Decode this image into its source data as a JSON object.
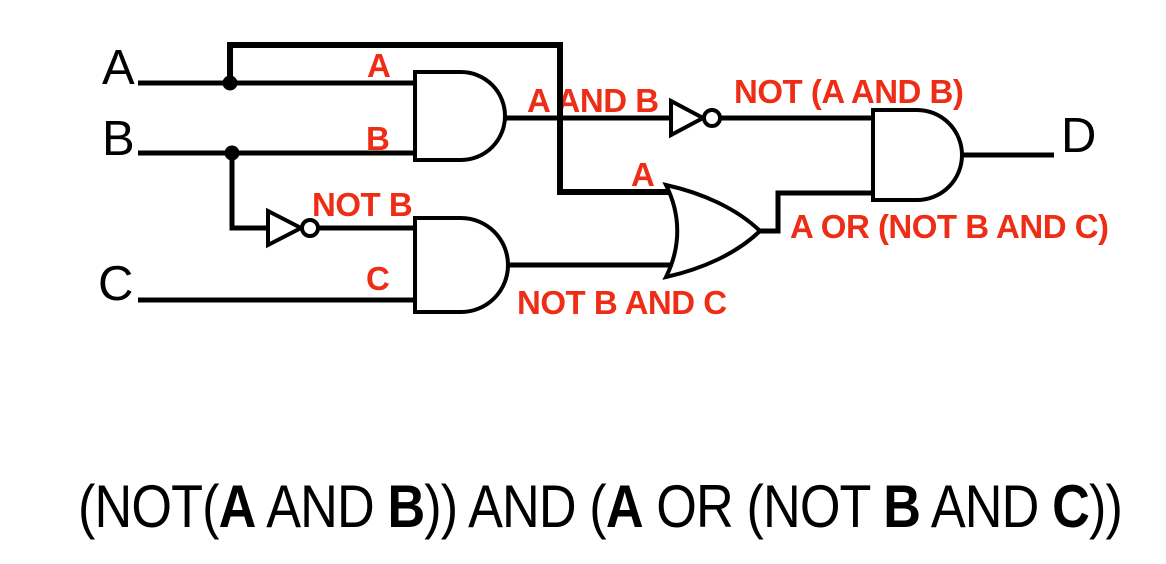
{
  "diagram": {
    "title": "logic-circuit",
    "background_color": "#ffffff",
    "wire_color": "#000000",
    "annotation_color": "#ee2d16",
    "io_labels": {
      "input_a": "A",
      "input_b": "B",
      "input_c": "C",
      "output_d": "D"
    },
    "wire_labels": {
      "branch_a": "A",
      "and1_input_b": "B",
      "not_b": "NOT B",
      "and2_input_c": "C",
      "a_and_b": "A AND B",
      "not_a_and_b": "NOT (A AND B)",
      "or_input_a": "A",
      "not_b_and_c": "NOT B AND C",
      "a_or_not_b_and_c": "A OR (NOT B AND C)"
    },
    "gates": [
      {
        "id": "and-gate-1",
        "type": "AND",
        "inputs": [
          "A",
          "B"
        ],
        "output": "A AND B"
      },
      {
        "id": "not-gate-1",
        "type": "NOT",
        "inputs": [
          "B"
        ],
        "output": "NOT B"
      },
      {
        "id": "and-gate-2",
        "type": "AND",
        "inputs": [
          "NOT B",
          "C"
        ],
        "output": "NOT B AND C"
      },
      {
        "id": "not-gate-2",
        "type": "NOT",
        "inputs": [
          "A AND B"
        ],
        "output": "NOT (A AND B)"
      },
      {
        "id": "or-gate-1",
        "type": "OR",
        "inputs": [
          "A",
          "NOT B AND C"
        ],
        "output": "A OR (NOT B AND C)"
      },
      {
        "id": "and-gate-3",
        "type": "AND",
        "inputs": [
          "NOT (A AND B)",
          "A OR (NOT B AND C)"
        ],
        "output": "D"
      }
    ]
  },
  "formula": {
    "full_text": "(NOT(A AND B)) AND (A OR (NOT B AND C))",
    "parts": [
      {
        "text": "(NOT(",
        "bold": false
      },
      {
        "text": "A",
        "bold": true
      },
      {
        "text": " AND ",
        "bold": false
      },
      {
        "text": "B",
        "bold": true
      },
      {
        "text": ")) AND (",
        "bold": false
      },
      {
        "text": "A",
        "bold": true
      },
      {
        "text": " OR (NOT ",
        "bold": false
      },
      {
        "text": "B",
        "bold": true
      },
      {
        "text": " AND ",
        "bold": false
      },
      {
        "text": "C",
        "bold": true
      },
      {
        "text": "))",
        "bold": false
      }
    ]
  }
}
